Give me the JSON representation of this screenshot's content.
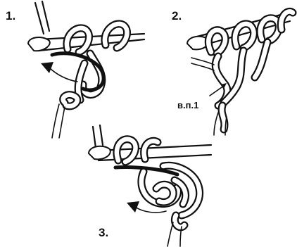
{
  "steps": [
    {
      "number": "1."
    },
    {
      "number": "2."
    },
    {
      "number": "3."
    }
  ],
  "annotation": {
    "label": "в.п.1"
  },
  "colors": {
    "ink": "#111111",
    "yarn_fill": "#ffffff",
    "background": "#ffffff"
  }
}
